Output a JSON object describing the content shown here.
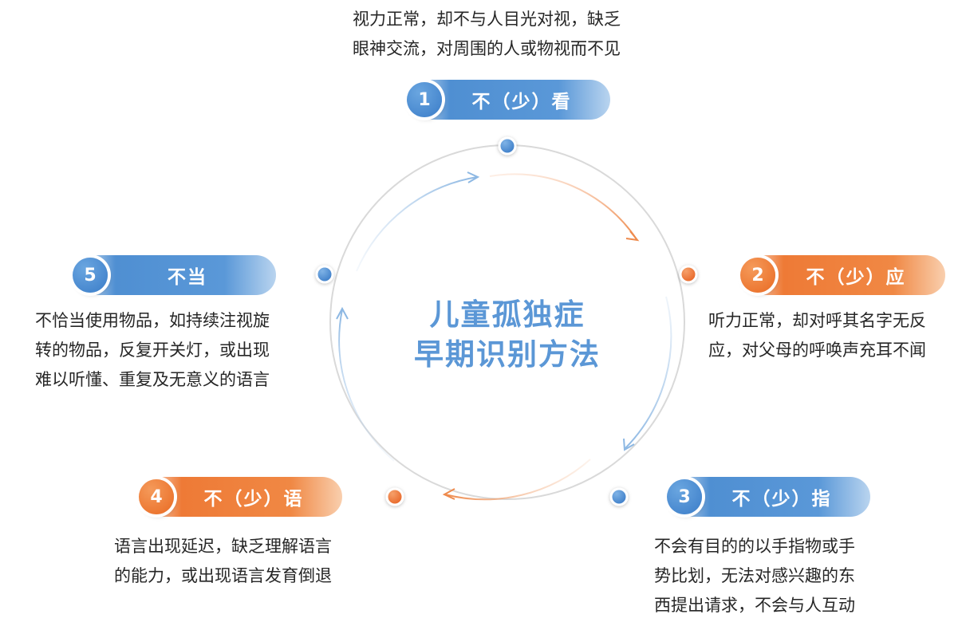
{
  "title": {
    "line1": "儿童孤独症",
    "line2": "早期识别方法"
  },
  "colors": {
    "blue": "#4f8fd2",
    "orange": "#ee7a36",
    "title": "#5b97d6",
    "ring": "#d6d6d6"
  },
  "items": [
    {
      "number": "1",
      "label": "不（少）看",
      "color": "blue",
      "lines": [
        "视力正常，却不与人目光对视，缺乏",
        "眼神交流，对周围的人或物视而不见"
      ]
    },
    {
      "number": "2",
      "label": "不（少）应",
      "color": "orange",
      "lines": [
        "听力正常，却对呼其名字无反",
        "应，对父母的呼唤声充耳不闻"
      ]
    },
    {
      "number": "3",
      "label": "不（少）指",
      "color": "blue",
      "lines": [
        "不会有目的的以手指物或手",
        "势比划，无法对感兴趣的东",
        "西提出请求，不会与人互动"
      ]
    },
    {
      "number": "4",
      "label": "不（少）语",
      "color": "orange",
      "lines": [
        "语言出现延迟，缺乏理解语言",
        "的能力，或出现语言发育倒退"
      ]
    },
    {
      "number": "5",
      "label": "不当",
      "color": "blue",
      "lines": [
        "不恰当使用物品，如持续注视旋",
        "转的物品，反复开关灯，或出现",
        "难以听懂、重复及无意义的语言"
      ]
    }
  ]
}
